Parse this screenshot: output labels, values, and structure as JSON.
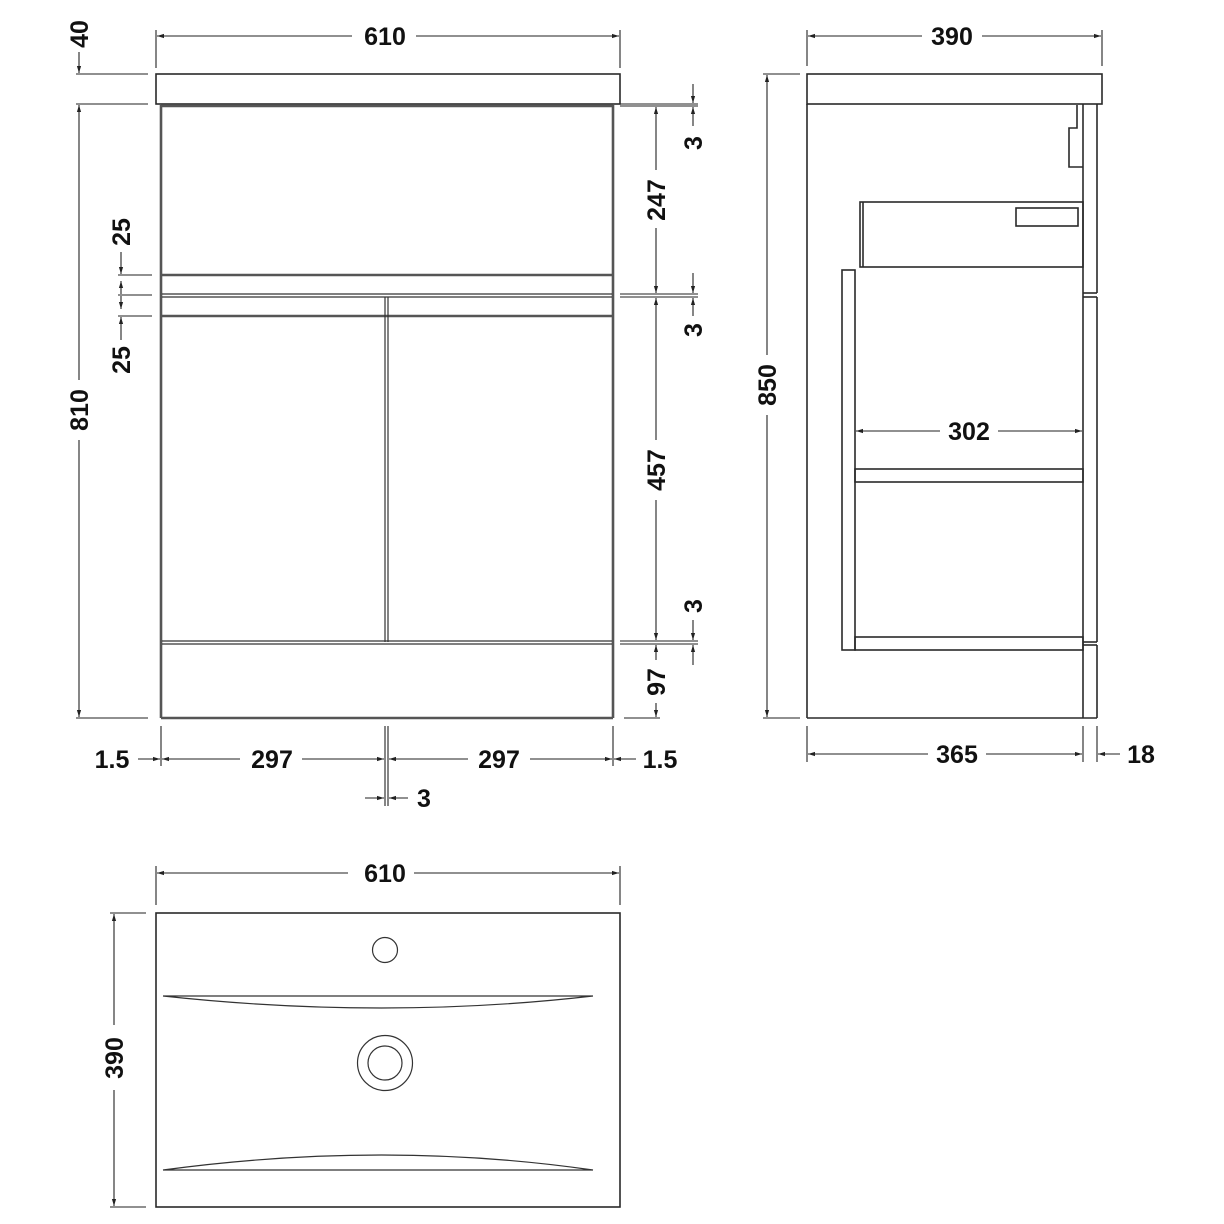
{
  "drawing": {
    "units": "mm",
    "line_color": "#2a2a2a",
    "background": "#ffffff"
  },
  "front_view": {
    "overall_width": "610",
    "top_thickness": "40",
    "body_height": "810",
    "drawer_gap_top": "25",
    "drawer_gap_bottom": "25",
    "right_gap_top": "3",
    "upper_drawer_height": "247",
    "right_gap_middle": "3",
    "door_height": "457",
    "right_gap_lower": "3",
    "plinth_height": "97",
    "left_edge_gap": "1.5",
    "left_door_width": "297",
    "right_door_width": "297",
    "right_edge_gap": "1.5",
    "door_center_gap": "3"
  },
  "side_view": {
    "overall_depth": "390",
    "overall_height": "850",
    "inner_shelf_width": "302",
    "carcass_depth": "365",
    "door_thickness": "18"
  },
  "top_view": {
    "basin_width": "610",
    "basin_depth": "390"
  }
}
